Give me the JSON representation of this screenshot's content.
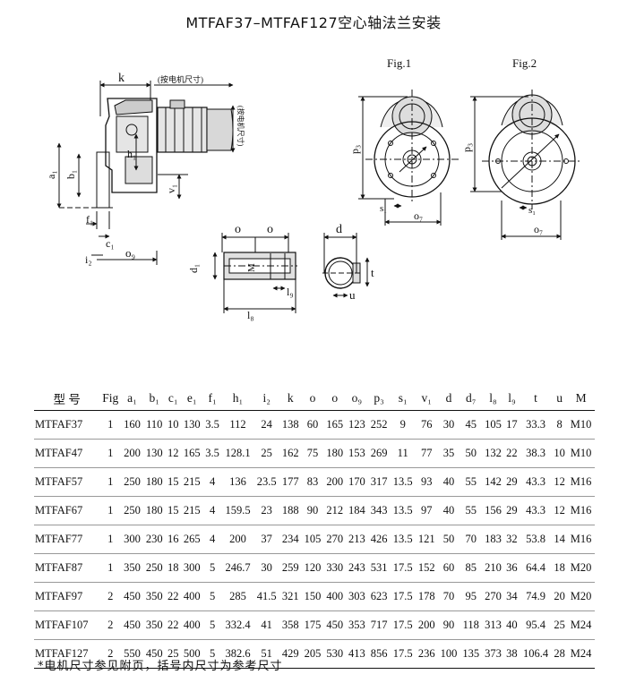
{
  "title": "MTFAF37–MTFAF127空心轴法兰安装",
  "drawing": {
    "motor_note": "(按电机尺寸)",
    "motor_note_vertical": "(按电机尺寸)",
    "fig1": "Fig.1",
    "fig2": "Fig.2",
    "labels": {
      "k": "k",
      "a1": "a₁",
      "b1": "b₁",
      "h1": "h₁",
      "v1": "v₁",
      "f1": "f₁",
      "c1": "c₁",
      "i2": "i₂",
      "o9": "o₉",
      "o": "o",
      "d1": "d₁",
      "m": "M",
      "l9": "l₉",
      "l8": "l₈",
      "d": "d",
      "t": "t",
      "u": "u",
      "p3": "p₃",
      "s1": "s₁",
      "o7": "o₇"
    }
  },
  "table": {
    "headers": [
      "型 号",
      "Fig",
      "a₁",
      "b₁",
      "c₁",
      "e₁",
      "f₁",
      "h₁",
      "i₂",
      "k",
      "o",
      "o",
      "o₉",
      "p₃",
      "s₁",
      "v₁",
      "d",
      "d₇",
      "l₈",
      "l₉",
      "t",
      "u",
      "M"
    ],
    "rows": [
      [
        "MTFAF37",
        "1",
        "160",
        "110",
        "10",
        "130",
        "3.5",
        "112",
        "24",
        "138",
        "60",
        "165",
        "123",
        "252",
        "9",
        "76",
        "30",
        "45",
        "105",
        "17",
        "33.3",
        "8",
        "M10"
      ],
      [
        "MTFAF47",
        "1",
        "200",
        "130",
        "12",
        "165",
        "3.5",
        "128.1",
        "25",
        "162",
        "75",
        "180",
        "153",
        "269",
        "11",
        "77",
        "35",
        "50",
        "132",
        "22",
        "38.3",
        "10",
        "M10"
      ],
      [
        "MTFAF57",
        "1",
        "250",
        "180",
        "15",
        "215",
        "4",
        "136",
        "23.5",
        "177",
        "83",
        "200",
        "170",
        "317",
        "13.5",
        "93",
        "40",
        "55",
        "142",
        "29",
        "43.3",
        "12",
        "M16"
      ],
      [
        "MTFAF67",
        "1",
        "250",
        "180",
        "15",
        "215",
        "4",
        "159.5",
        "23",
        "188",
        "90",
        "212",
        "184",
        "343",
        "13.5",
        "97",
        "40",
        "55",
        "156",
        "29",
        "43.3",
        "12",
        "M16"
      ],
      [
        "MTFAF77",
        "1",
        "300",
        "230",
        "16",
        "265",
        "4",
        "200",
        "37",
        "234",
        "105",
        "270",
        "213",
        "426",
        "13.5",
        "121",
        "50",
        "70",
        "183",
        "32",
        "53.8",
        "14",
        "M16"
      ],
      [
        "MTFAF87",
        "1",
        "350",
        "250",
        "18",
        "300",
        "5",
        "246.7",
        "30",
        "259",
        "120",
        "330",
        "243",
        "531",
        "17.5",
        "152",
        "60",
        "85",
        "210",
        "36",
        "64.4",
        "18",
        "M20"
      ],
      [
        "MTFAF97",
        "2",
        "450",
        "350",
        "22",
        "400",
        "5",
        "285",
        "41.5",
        "321",
        "150",
        "400",
        "303",
        "623",
        "17.5",
        "178",
        "70",
        "95",
        "270",
        "34",
        "74.9",
        "20",
        "M20"
      ],
      [
        "MTFAF107",
        "2",
        "450",
        "350",
        "22",
        "400",
        "5",
        "332.4",
        "41",
        "358",
        "175",
        "450",
        "353",
        "717",
        "17.5",
        "200",
        "90",
        "118",
        "313",
        "40",
        "95.4",
        "25",
        "M24"
      ],
      [
        "MTFAF127",
        "2",
        "550",
        "450",
        "25",
        "500",
        "5",
        "382.6",
        "51",
        "429",
        "205",
        "530",
        "413",
        "856",
        "17.5",
        "236",
        "100",
        "135",
        "373",
        "38",
        "106.4",
        "28",
        "M24"
      ]
    ]
  },
  "note": "*电机尺寸参见附页，括号内尺寸为参考尺寸"
}
